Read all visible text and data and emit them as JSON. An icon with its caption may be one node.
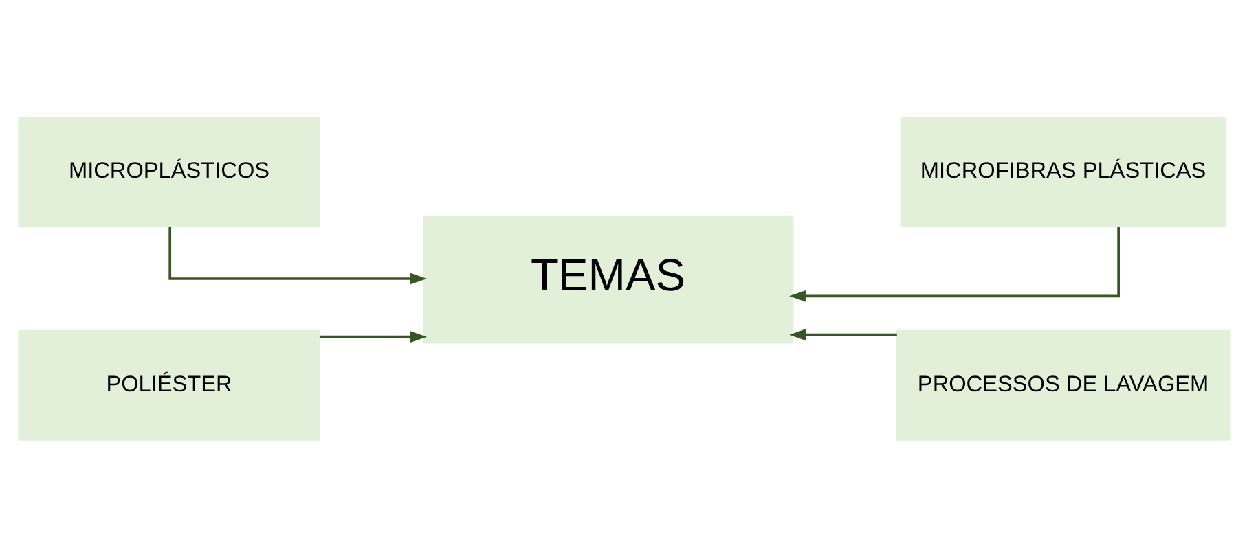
{
  "diagram": {
    "nodes": [
      {
        "text": [
          "MICROPLÁSTICOS"
        ]
      },
      {
        "text": [
          "MICROFIBRAS PLÁSTICAS"
        ]
      },
      {
        "text": [
          "TEMAS"
        ]
      },
      {
        "text": [
          "POLIÉSTER"
        ]
      },
      {
        "text": [
          "PROCESSOS DE LAVAGEM"
        ]
      }
    ],
    "edges": [
      {
        "from": 0,
        "to": 2,
        "arrow": "to"
      },
      {
        "from": 1,
        "to": 2,
        "arrow": "to"
      },
      {
        "from": 3,
        "to": 2,
        "arrow": "to"
      },
      {
        "from": 4,
        "to": 2,
        "arrow": "to"
      }
    ]
  }
}
